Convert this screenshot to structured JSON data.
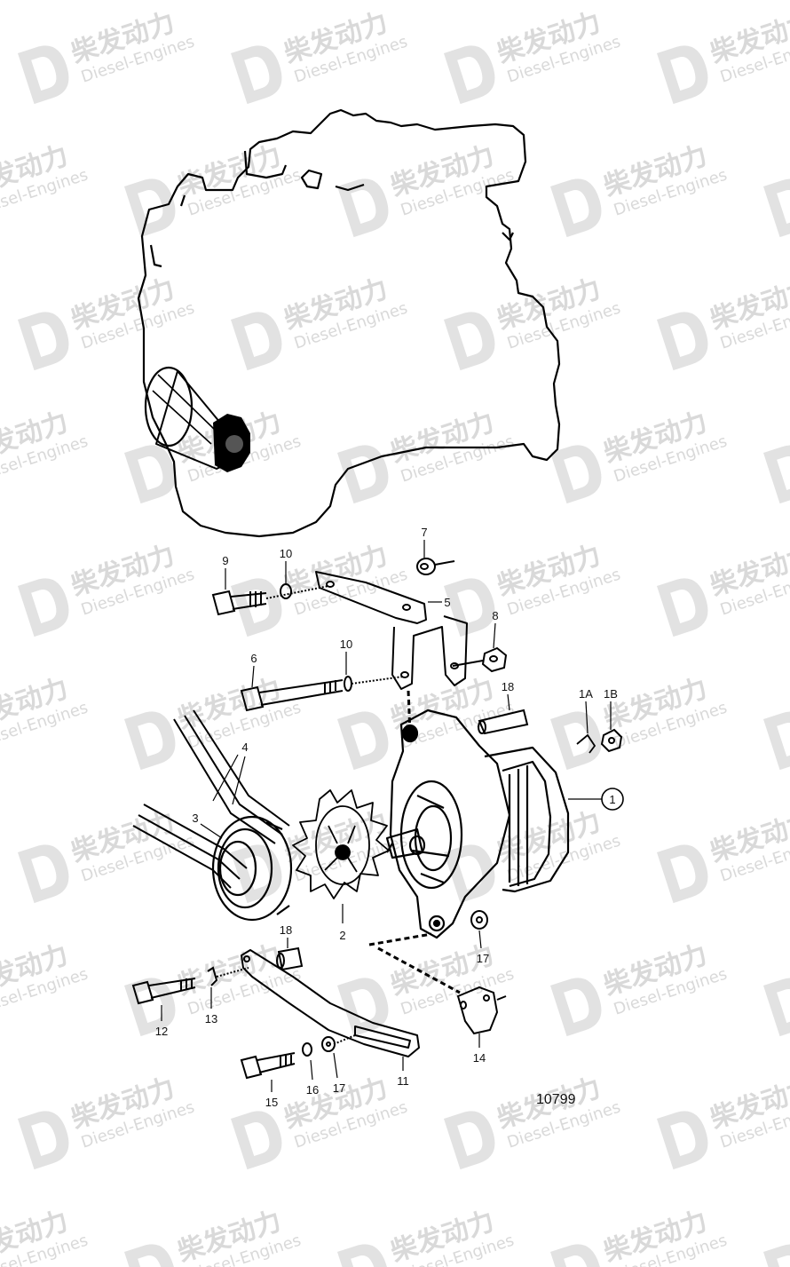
{
  "watermark": {
    "brand_cn": "柴发动力",
    "brand_en": "Diesel-Engines"
  },
  "drawing_number": "10799",
  "callouts": {
    "c1": "1",
    "c1a": "1A",
    "c1b": "1B",
    "c2": "2",
    "c3": "3",
    "c4": "4",
    "c5": "5",
    "c6": "6",
    "c7": "7",
    "c8": "8",
    "c9": "9",
    "c10a": "10",
    "c10b": "10",
    "c11": "11",
    "c12": "12",
    "c13": "13",
    "c14": "14",
    "c15": "15",
    "c16": "16",
    "c17a": "17",
    "c17b": "17",
    "c18a": "18",
    "c18b": "18"
  }
}
